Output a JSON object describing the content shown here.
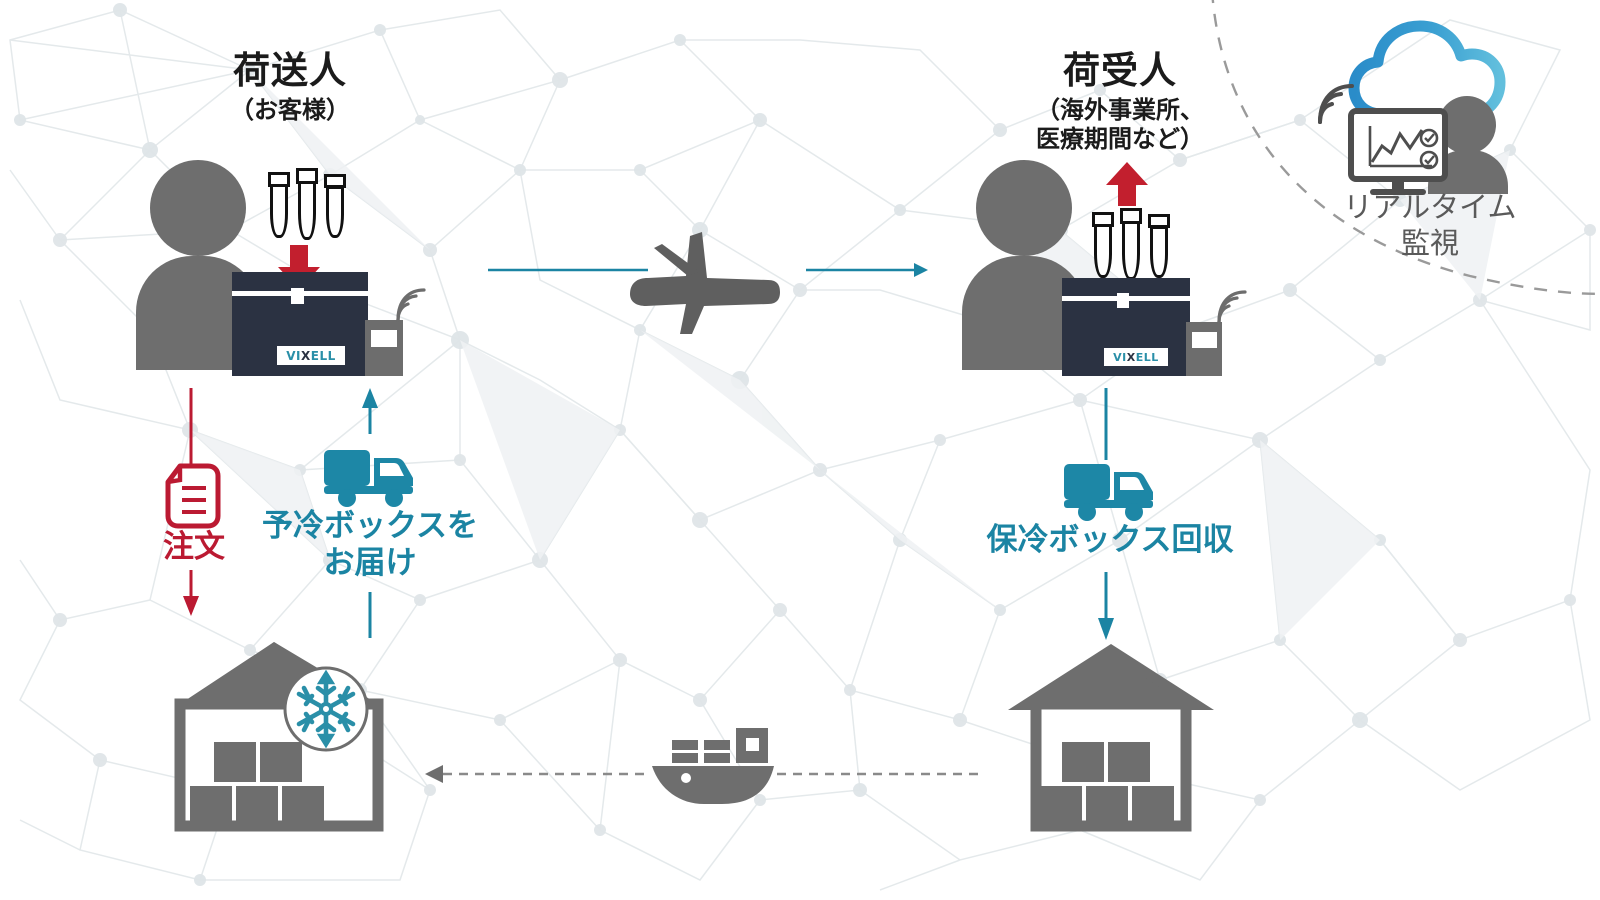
{
  "diagram": {
    "title_shipper": "荷送人",
    "subtitle_shipper": "（お客様）",
    "title_consignee": "荷受人",
    "subtitle_consignee_line1": "（海外事業所、",
    "subtitle_consignee_line2": "医療期間など）",
    "label_order": "注文",
    "label_deliver_line1": "予冷ボックスを",
    "label_deliver_line2": "お届け",
    "label_collect": "保冷ボックス回収",
    "label_monitor_line1": "リアルタイム",
    "label_monitor_line2": "監視",
    "box_brand_part1": "VI",
    "box_brand_part2": "X",
    "box_brand_part3": "ELL",
    "icons": {
      "airplane": "airplane-icon",
      "ship": "cargo-ship-icon",
      "truck_deliver": "delivery-truck-icon",
      "truck_collect": "collection-truck-icon",
      "document": "order-document-icon",
      "snowflake": "snowflake-icon",
      "cloud": "cloud-icon",
      "wifi": "wifi-signal-icon",
      "monitor": "monitor-chart-icon",
      "person_shipper": "person-silhouette-icon",
      "person_consignee": "person-silhouette-icon",
      "person_operator": "person-silhouette-icon",
      "warehouse_cold": "cold-warehouse-icon",
      "warehouse_plain": "warehouse-icon",
      "sensor_shipper": "iot-sensor-device-icon",
      "sensor_consignee": "iot-sensor-device-icon",
      "arrow_down_red": "red-down-arrow-icon",
      "arrow_up_red": "red-up-arrow-icon"
    },
    "colors": {
      "teal": "#1b84a3",
      "teal_icon": "#1d87a6",
      "red": "#bb1a32",
      "red_arrow": "#c21f2e",
      "gray_dark": "#5a5a5a",
      "gray_mid": "#6e6e6e",
      "navy": "#2b3242",
      "cloud_blue": "#2a8cc9",
      "cloud_blue_light": "#57b7d6",
      "background": "#ffffff",
      "network": "#e4e8ea"
    }
  }
}
